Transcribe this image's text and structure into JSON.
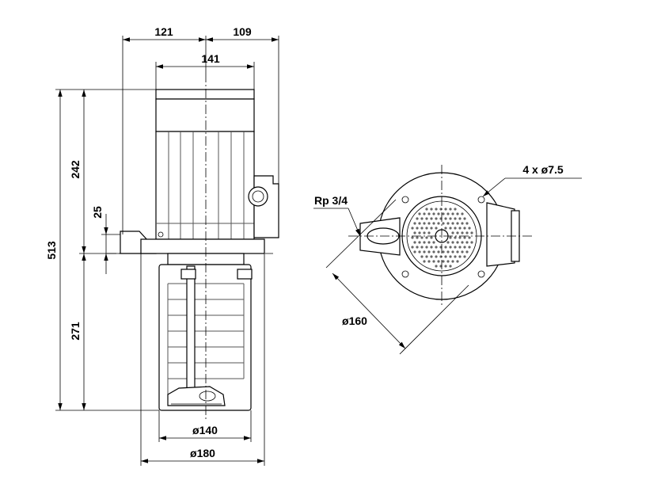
{
  "dimensions": {
    "width_121": "121",
    "width_109": "109",
    "width_141": "141",
    "height_242": "242",
    "height_25": "25",
    "height_513": "513",
    "height_271": "271",
    "dia_140": "ø140",
    "dia_180": "ø180",
    "dia_160": "ø160",
    "rp": "Rp 3/4",
    "holes": "4 x ø7.5"
  }
}
